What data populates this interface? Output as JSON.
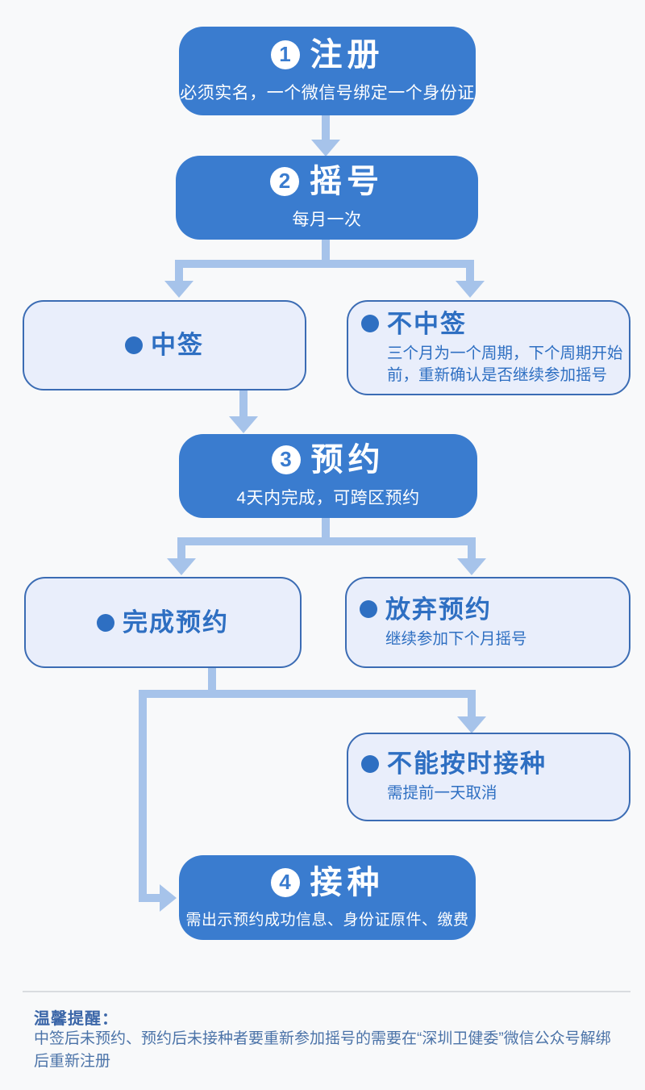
{
  "theme": {
    "canvas_bg": "#f8f9fa",
    "step_box_bg": "#3a7ccf",
    "step_text": "#ffffff",
    "arrow": "#a6c3ea",
    "outcome_bg": "#e9eefb",
    "outcome_border": "#3b6cb4",
    "outcome_text": "#2e6fc2",
    "note_heading": "#3b66a8",
    "note_body": "#4b73a8",
    "divider": "#d9dce0"
  },
  "steps": [
    {
      "num": "1",
      "title": "注册",
      "subtitle": "必须实名，一个微信号绑定一个身份证"
    },
    {
      "num": "2",
      "title": "摇号",
      "subtitle": "每月一次"
    },
    {
      "num": "3",
      "title": "预约",
      "subtitle": "4天内完成，可跨区预约"
    },
    {
      "num": "4",
      "title": "接种",
      "subtitle": "需出示预约成功信息、身份证原件、缴费"
    }
  ],
  "outcomes": [
    {
      "title": "中签",
      "subtitle": ""
    },
    {
      "title": "不中签",
      "subtitle": "三个月为一个周期，下个周期开始前，重新确认是否继续参加摇号"
    },
    {
      "title": "完成预约",
      "subtitle": ""
    },
    {
      "title": "放弃预约",
      "subtitle": "继续参加下个月摇号"
    },
    {
      "title": "不能按时接种",
      "subtitle": "需提前一天取消"
    }
  ],
  "note": {
    "heading": "温馨提醒：",
    "body": "中签后未预约、预约后未接种者要重新参加摇号的需要在“深圳卫健委”微信公众号解绑后重新注册"
  }
}
